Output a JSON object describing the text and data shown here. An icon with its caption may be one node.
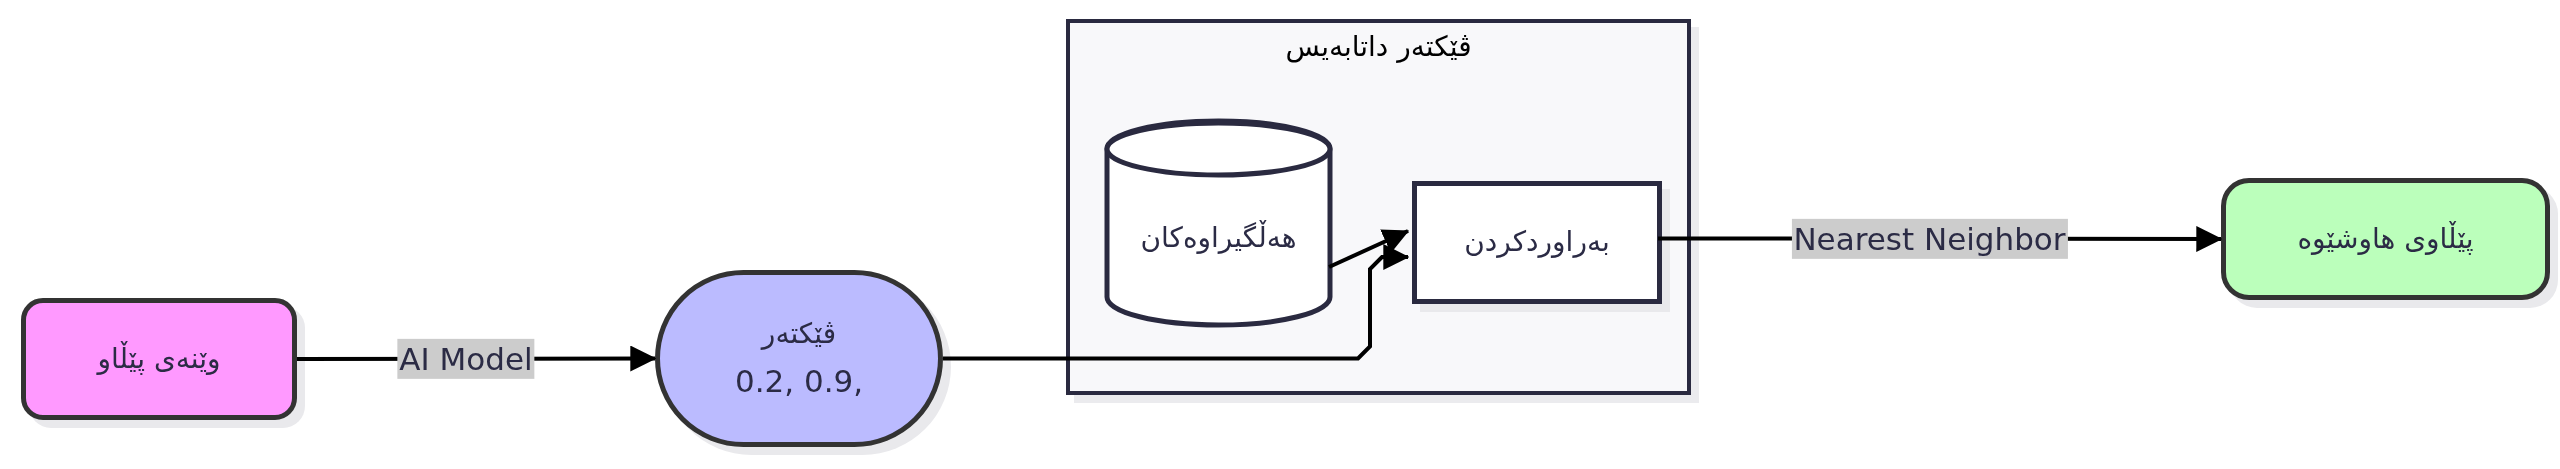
{
  "diagram": {
    "nodes": [
      {
        "text": [
          "وێنەی پێڵاو"
        ]
      },
      {
        "text": [
          "ڤێکتەر",
          "0.2, 0.9,"
        ]
      },
      {
        "text": [
          "ڤێکتەر داتابەیس"
        ]
      },
      {
        "text": [
          "هەڵگیراوەکان"
        ],
        "in": 2
      },
      {
        "text": [
          "بەراوردکردن"
        ],
        "in": 2
      },
      {
        "text": [
          "پێڵاوی هاوشێوە"
        ]
      }
    ],
    "edges": [
      {
        "from": 0,
        "to": 1,
        "arrow": "to",
        "label": "AI Model"
      },
      {
        "from": 3,
        "to": 4,
        "arrow": "to"
      },
      {
        "from": 1,
        "to": 4,
        "arrow": "to"
      },
      {
        "from": 4,
        "to": 5,
        "arrow": "to",
        "label": "Nearest Neighbor"
      }
    ]
  }
}
